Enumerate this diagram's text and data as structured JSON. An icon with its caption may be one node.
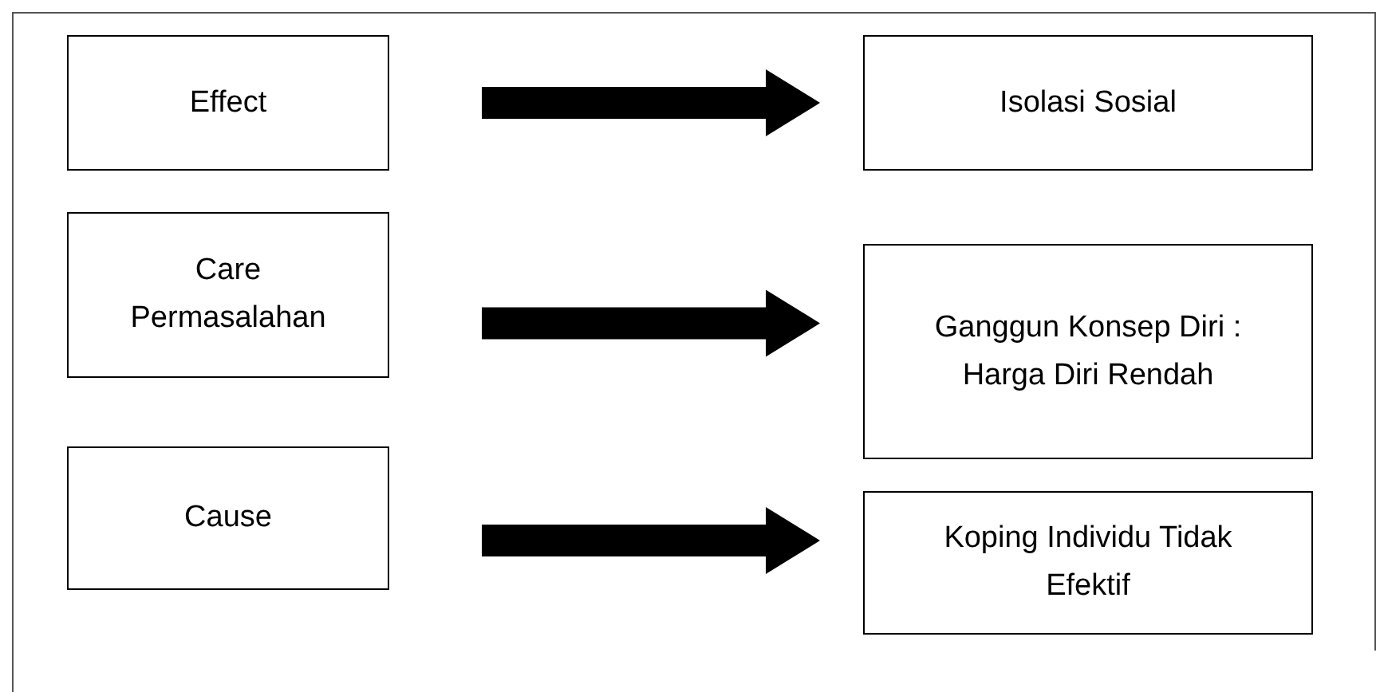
{
  "diagram": {
    "nodes": [
      {
        "text": [
          "Effect"
        ]
      },
      {
        "text": [
          "Isolasi Sosial"
        ]
      },
      {
        "text": [
          "Care Permasalahan"
        ]
      },
      {
        "text": [
          "Ganggun Konsep Diri : Harga Diri Rendah"
        ]
      },
      {
        "text": [
          "Cause"
        ]
      },
      {
        "text": [
          "Koping Individu Tidak Efektif"
        ]
      }
    ],
    "edges": [
      {
        "from": 0,
        "to": 1,
        "arrow": "to"
      },
      {
        "from": 2,
        "to": 3,
        "arrow": "to"
      },
      {
        "from": 4,
        "to": 5,
        "arrow": "to"
      }
    ]
  }
}
